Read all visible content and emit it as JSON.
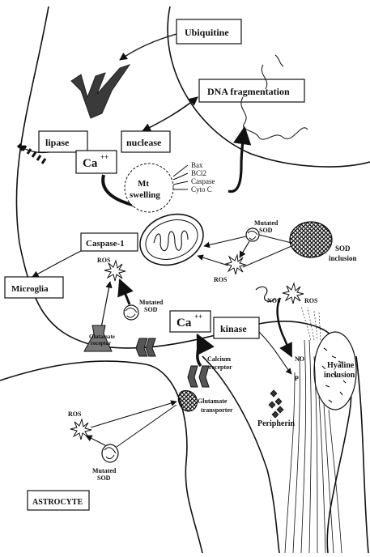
{
  "labels": {
    "ubiquitine": "Ubiquitine",
    "dna_fragmentation": "DNA fragmentation",
    "lipase": "lipase",
    "nuclease": "nuclease",
    "ca_top": "Ca",
    "ca_top_sup": "++",
    "bax": "Bax",
    "bcl2": "BCl2",
    "caspase": "Caspase",
    "cyto_c": "Cyto C",
    "mt_swelling_1": "Mt",
    "mt_swelling_2": "swelling",
    "caspase_1": "Caspase-1",
    "mutated_sod_top_1": "Mutated",
    "mutated_sod_top_2": "SOD",
    "sod_inclusion_1": "SOD",
    "sod_inclusion_2": "inclusion",
    "ros_upper": "ROS",
    "ros_mid": "ROS",
    "microglia": "Microglia",
    "mutated_sod_mid_1": "Mutated",
    "mutated_sod_mid_2": "SOD",
    "glutamate_receptor_1": "Glutamate",
    "glutamate_receptor_2": "receptor",
    "ca_mid": "Ca",
    "ca_mid_sup": "++",
    "kinase": "kinase",
    "nos": "NOS",
    "ros_right": "ROS",
    "no": "NO",
    "p": "P",
    "calcium_receptor_1": "Calcium",
    "calcium_receptor_2": "receptor",
    "hyaline_inclusion_1": "Hyaline",
    "hyaline_inclusion_2": "inclusion",
    "glutamate_transporter_1": "Glutamate",
    "glutamate_transporter_2": "transporter",
    "ros_astro": "ROS",
    "peripherin": "Peripherin",
    "mutated_sod_astro_1": "Mutated",
    "mutated_sod_astro_2": "SOD",
    "astrocyte": "ASTROCYTE"
  },
  "colors": {
    "ink": "#111111",
    "ubiquitin_fill": "#3a3a3a",
    "receptor_fill": "#777777",
    "background": "#ffffff"
  }
}
